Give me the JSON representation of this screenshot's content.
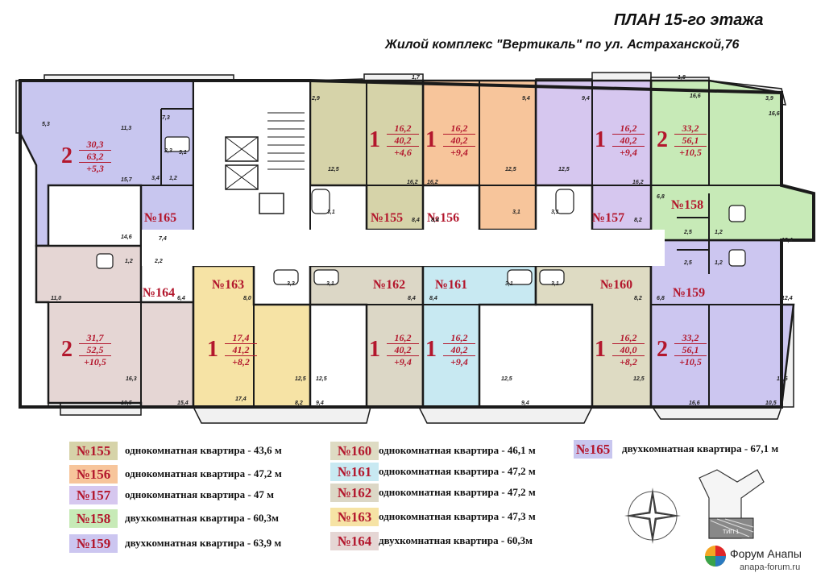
{
  "title": "ПЛАН 15-го этажа",
  "subtitle": "Жилой комплекс \"Вертикаль\" по ул. Астраханской,76",
  "colors": {
    "wall": "#1a1a1a",
    "apt155": "#d6d3a9",
    "apt156": "#f7c59b",
    "apt157": "#d6c7ef",
    "apt158": "#c7eab7",
    "apt159": "#ccc6f0",
    "apt160": "#dedbc3",
    "apt161": "#c8e9f2",
    "apt162": "#dcd7c6",
    "apt163": "#f6e3a5",
    "apt164": "#e5d6d4",
    "apt165": "#c8c6ef",
    "label": "#b3172d"
  },
  "apartments": [
    {
      "id": "155",
      "label": "№155"
    },
    {
      "id": "156",
      "label": "№156"
    },
    {
      "id": "157",
      "label": "№157"
    },
    {
      "id": "158",
      "label": "№158"
    },
    {
      "id": "159",
      "label": "№159"
    },
    {
      "id": "160",
      "label": "№160"
    },
    {
      "id": "161",
      "label": "№161"
    },
    {
      "id": "162",
      "label": "№162"
    },
    {
      "id": "163",
      "label": "№163"
    },
    {
      "id": "164",
      "label": "№164"
    },
    {
      "id": "165",
      "label": "№165"
    }
  ],
  "area_badges": [
    {
      "rooms": "1",
      "a": "16,2",
      "b": "40,2",
      "c": "+4,6"
    },
    {
      "rooms": "1",
      "a": "16,2",
      "b": "40,2",
      "c": "+9,4"
    },
    {
      "rooms": "1",
      "a": "16,2",
      "b": "40,2",
      "c": "+9,4"
    },
    {
      "rooms": "2",
      "a": "33,2",
      "b": "56,1",
      "c": "+10,5"
    },
    {
      "rooms": "2",
      "a": "30,3",
      "b": "63,2",
      "c": "+5,3"
    },
    {
      "rooms": "2",
      "a": "31,7",
      "b": "52,5",
      "c": "+10,5"
    },
    {
      "rooms": "1",
      "a": "17,4",
      "b": "41,2",
      "c": "+8,2"
    },
    {
      "rooms": "1",
      "a": "16,2",
      "b": "40,2",
      "c": "+9,4"
    },
    {
      "rooms": "1",
      "a": "16,2",
      "b": "40,2",
      "c": "+9,4"
    },
    {
      "rooms": "1",
      "a": "16,2",
      "b": "40,0",
      "c": "+8,2"
    },
    {
      "rooms": "2",
      "a": "33,2",
      "b": "56,1",
      "c": "+10,5"
    }
  ],
  "room_labels": [
    "5,3",
    "11,3",
    "7,3",
    "2,3",
    "3,1",
    "3,4",
    "1,2",
    "15,7",
    "14,6",
    "7,4",
    "1,2",
    "2,2",
    "11,0",
    "6,4",
    "16,3",
    "10,5",
    "15,4",
    "8,0",
    "3,3",
    "3,1",
    "17,4",
    "12,5",
    "12,5",
    "8,2",
    "9,4",
    "8,4",
    "8,4",
    "3,1",
    "3,1",
    "12,5",
    "9,4",
    "8,2",
    "12,5",
    "16,6",
    "6,8",
    "12,4",
    "2,5",
    "1,2",
    "2,5",
    "1,2",
    "6,8",
    "12,4",
    "16,6",
    "10,5",
    "2,9",
    "12,5",
    "16,2",
    "16,2",
    "12,5",
    "9,4",
    "9,4",
    "12,5",
    "16,2",
    "16,6",
    "3,9",
    "16,6",
    "3,1",
    "8,4",
    "8,4",
    "3,1",
    "3,1",
    "8,2",
    "1,7",
    "1,8"
  ],
  "legend": [
    {
      "num": "№155",
      "text": "однокомнатная квартира - 43,6 м"
    },
    {
      "num": "№156",
      "text": "однокомнатная квартира - 47,2 м"
    },
    {
      "num": "№157",
      "text": "однокомнатная квартира - 47 м"
    },
    {
      "num": "№158",
      "text": "двухкомнатная квартира -  60,3м"
    },
    {
      "num": "№159",
      "text": "двухкомнатная квартира - 63,9 м"
    },
    {
      "num": "№160",
      "text": "однокомнатная квартира - 46,1 м"
    },
    {
      "num": "№161",
      "text": "однокомнатная квартира - 47,2 м"
    },
    {
      "num": "№162",
      "text": "однокомнатная квартира - 47,2 м"
    },
    {
      "num": "№163",
      "text": "однокомнатная квартира - 47,3 м"
    },
    {
      "num": "№164",
      "text": "двухкомнатная квартира - 60,3м"
    },
    {
      "num": "№165",
      "text": "двухкомнатная квартира -  67,1 м"
    }
  ],
  "minimap": {
    "label": "ТИП 1"
  },
  "watermark": {
    "title": "Форум Анапы",
    "url": "anapa-forum.ru"
  }
}
